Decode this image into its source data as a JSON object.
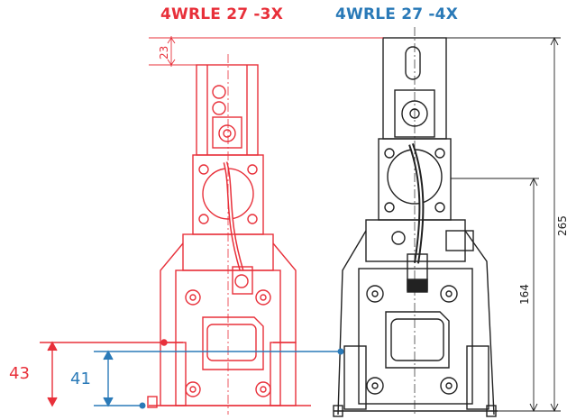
{
  "titles": {
    "variant_3x": "4WRLE 27 -3X",
    "variant_4x": "4WRLE 27 -4X"
  },
  "colors": {
    "variant_3x": "#e8303a",
    "variant_4x": "#2a7ab8",
    "drawing": "#222222"
  },
  "dimensions": {
    "top_offset": "23",
    "total_height": "265",
    "lower_height": "164",
    "red_reference": "43",
    "blue_reference": "41"
  }
}
